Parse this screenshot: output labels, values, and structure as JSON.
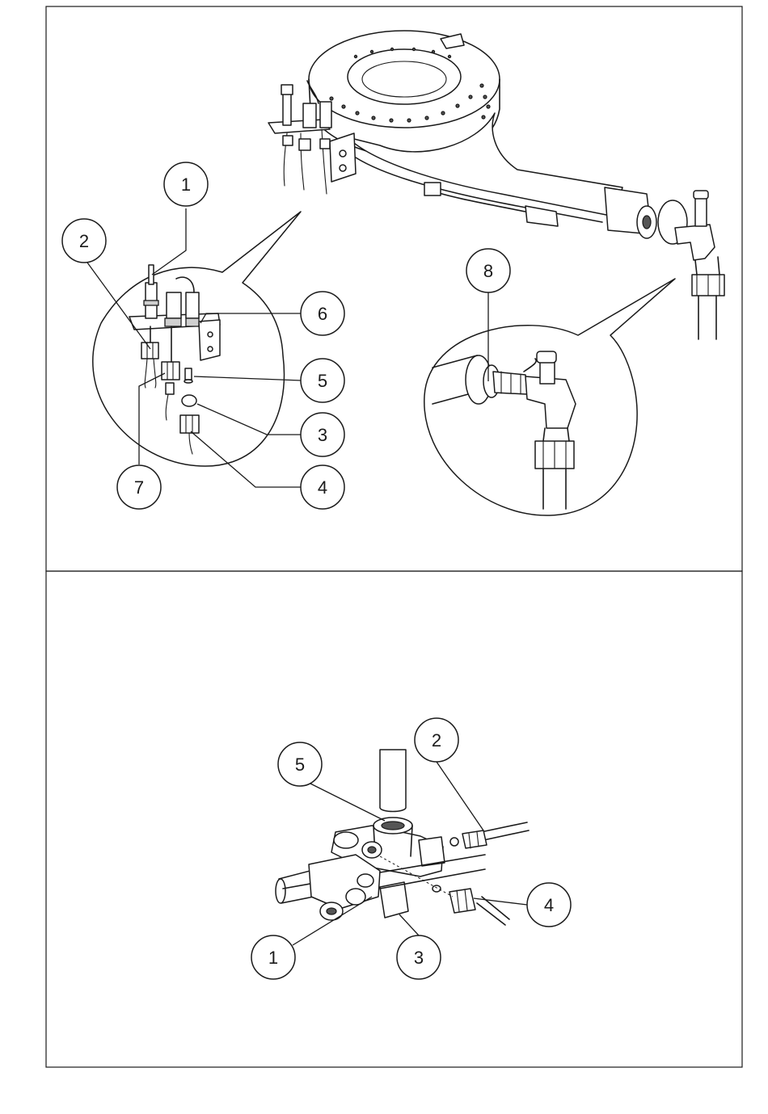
{
  "figure_top": {
    "callouts": [
      {
        "id": "c1",
        "label": "1"
      },
      {
        "id": "c2",
        "label": "2"
      },
      {
        "id": "c3",
        "label": "3"
      },
      {
        "id": "c4",
        "label": "4"
      },
      {
        "id": "c5",
        "label": "5"
      },
      {
        "id": "c6",
        "label": "6"
      },
      {
        "id": "c7",
        "label": "7"
      },
      {
        "id": "c8",
        "label": "8"
      }
    ]
  },
  "figure_bottom": {
    "callouts": [
      {
        "id": "b1",
        "label": "1"
      },
      {
        "id": "b2",
        "label": "2"
      },
      {
        "id": "b3",
        "label": "3"
      },
      {
        "id": "b4",
        "label": "4"
      },
      {
        "id": "b5",
        "label": "5"
      }
    ]
  }
}
